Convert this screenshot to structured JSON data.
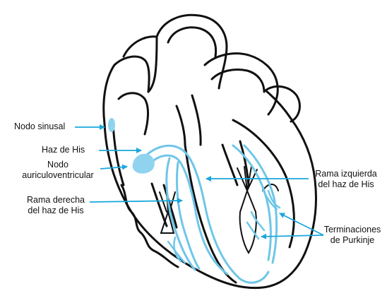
{
  "colors": {
    "outline": "#111111",
    "conduction": "#6fc6e8",
    "conduction_fill": "#8fd3ef",
    "arrow": "#1aa7dc",
    "background": "#ffffff"
  },
  "labels": {
    "sa_node": "Nodo sinusal",
    "bundle_his": "Haz de His",
    "av_node_line1": "Nodo",
    "av_node_line2": "auriculoventricular",
    "right_branch_line1": "Rama derecha",
    "right_branch_line2": "del haz de His",
    "left_branch_line1": "Rama izquierda",
    "left_branch_line2": "del haz de His",
    "purkinje_line1": "Terminaciones",
    "purkinje_line2": "de Purkinje"
  }
}
